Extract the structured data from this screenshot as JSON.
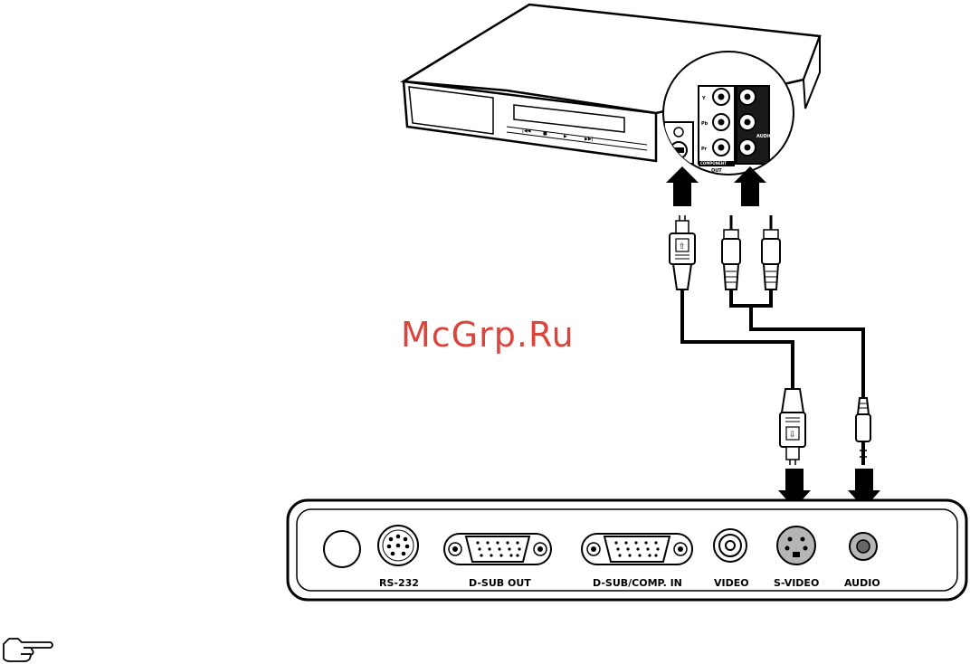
{
  "watermark": "McGrp.Ru",
  "dvd_player": {
    "component_label": "COMPONENT",
    "out_label": "OUT",
    "audio_label": "AUDIO",
    "y_label": "Y",
    "pb_label": "Pb",
    "pr_label": "Pr"
  },
  "projector_panel": {
    "ports": {
      "rs232": "RS-232",
      "dsub_out": "D-SUB OUT",
      "dsub_comp_in": "D-SUB/COMP. IN",
      "video": "VIDEO",
      "svideo": "S-VIDEO",
      "audio": "AUDIO"
    }
  },
  "note_icon": "pointing-hand-icon"
}
